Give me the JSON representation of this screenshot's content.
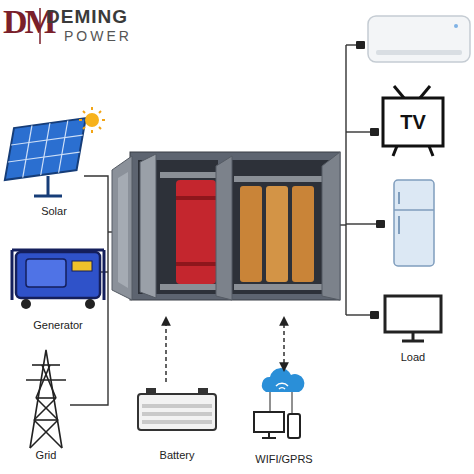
{
  "diagram": {
    "nodes": [
      {
        "text": [
          "Solar"
        ]
      },
      {
        "text": [
          "Generator"
        ]
      },
      {
        "text": [
          "Grid"
        ]
      },
      {
        "text": [
          "Battery"
        ]
      },
      {
        "text": [
          "WIFI/GPRS"
        ]
      },
      {
        "text": [
          "TV"
        ]
      },
      {
        "text": [
          "Load"
        ]
      }
    ],
    "labels": [
      "DM",
      "DEMING",
      "POWER"
    ]
  }
}
